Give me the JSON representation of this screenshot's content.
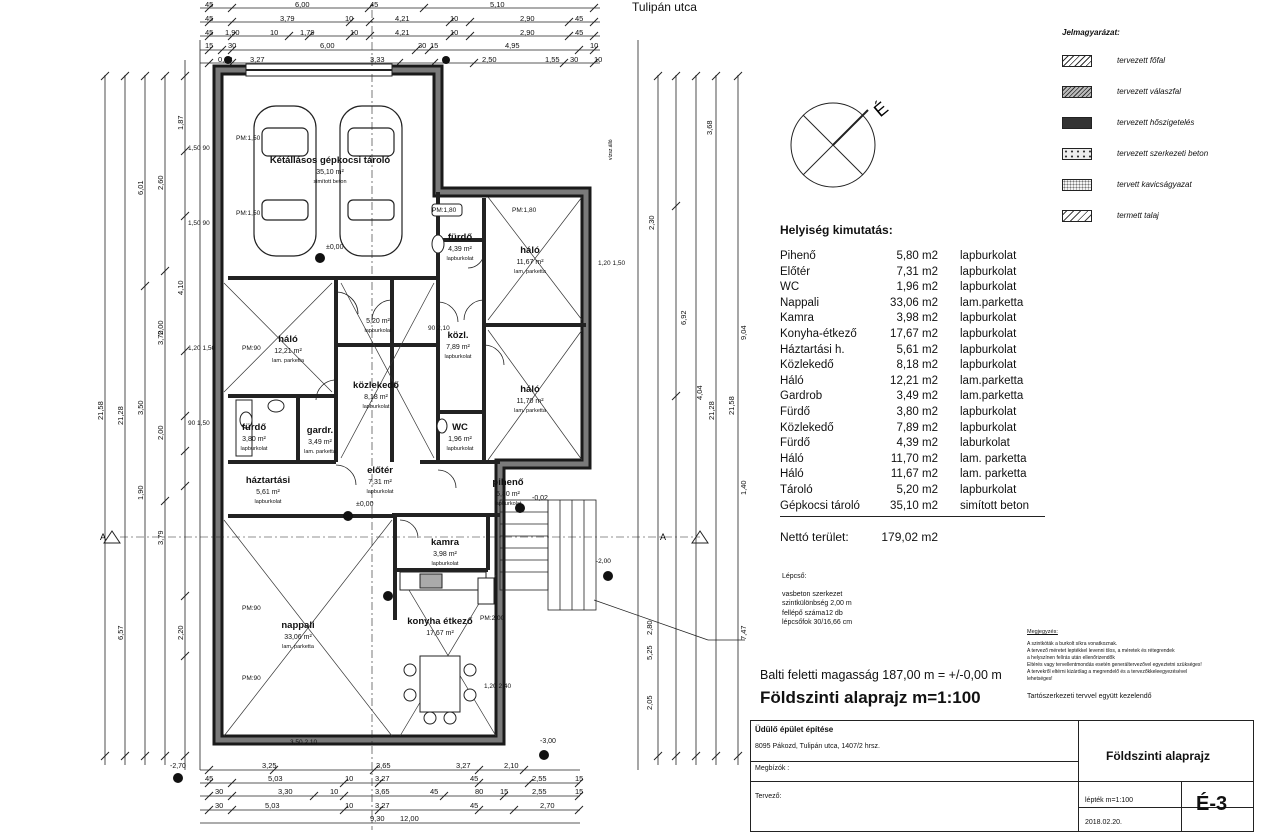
{
  "street": "Tulipán utca",
  "north": "É",
  "section_mark": "A",
  "stair_level": "-2,00",
  "legend": {
    "title": "Jelmagyarázat:",
    "items": [
      "tervezett főfal",
      "tervezett válaszfal",
      "tervezett hőszigetelés",
      "tervezett szerkezeti beton",
      "tervett kavicságyazat",
      "termett talaj"
    ]
  },
  "rooms_table": {
    "title": "Helyiség kimutatás:",
    "rows": [
      {
        "name": "Pihenő",
        "area": "5,80 m2",
        "floor": "lapburkolat"
      },
      {
        "name": "Előtér",
        "area": "7,31 m2",
        "floor": "lapburkolat"
      },
      {
        "name": "WC",
        "area": "1,96 m2",
        "floor": "lapburkolat"
      },
      {
        "name": "Nappali",
        "area": "33,06 m2",
        "floor": "lam.parketta"
      },
      {
        "name": "Kamra",
        "area": "3,98 m2",
        "floor": "lapburkolat"
      },
      {
        "name": "Konyha-étkező",
        "area": "17,67 m2",
        "floor": "lapburkolat"
      },
      {
        "name": "Háztartási h.",
        "area": "5,61 m2",
        "floor": "lapburkolat"
      },
      {
        "name": "Közlekedő",
        "area": "8,18 m2",
        "floor": "lapburkolat"
      },
      {
        "name": "Háló",
        "area": "12,21 m2",
        "floor": "lam.parketta"
      },
      {
        "name": "Gardrob",
        "area": "3,49 m2",
        "floor": "lam.parketta"
      },
      {
        "name": "Fürdő",
        "area": "3,80 m2",
        "floor": "lapburkolat"
      },
      {
        "name": "Közlekedő",
        "area": "7,89 m2",
        "floor": "lapburkolat"
      },
      {
        "name": "Fürdő",
        "area": "4,39 m2",
        "floor": "laburkolat"
      },
      {
        "name": "Háló",
        "area": "11,70 m2",
        "floor": "lam. parketta"
      },
      {
        "name": "Háló",
        "area": "11,67 m2",
        "floor": "lam. parketta"
      },
      {
        "name": "Tároló",
        "area": "5,20 m2",
        "floor": "lapburkolat"
      },
      {
        "name": "Gépkocsi tároló",
        "area": "35,10 m2",
        "floor": "simított beton"
      }
    ],
    "net_label": "Nettó terület:",
    "net_value": "179,02 m2"
  },
  "stairs": [
    "Lépcső:",
    "",
    "vasbeton szerkezet",
    "szintkülönbség  2,00 m",
    "fellépő száma12 db",
    "lépcsőfok 30/16,66 cm"
  ],
  "notes": {
    "title": "Megjegyzés:",
    "lines": [
      "A szintkóták a burkolt síkra vonatkoznak.",
      "A tervező méretet leptékkel levenni tilos, a méretek és rétegrendek",
      "a helyszínen felírás után ellenőrizendők",
      "Eltérés vagy tervellentmondás esetén generáltervezővel egyeztetni szükséges!",
      "A tervekről eltérni kizárólag a megrendelő és a tervezőkkeleegyezésével",
      "lehetséges!"
    ],
    "structural": "Tartószerkezeti tervvel együtt kezelendő"
  },
  "height_note": "Balti feletti magasság 187,00 m = +/-0,00 m",
  "plan_title": "Földszinti alaprajz  m=1:100",
  "title_block": {
    "project": "Üdülő épület építése",
    "address": "8095 Pákozd, Tulipán utca, 1407/2  hrsz.",
    "client_label": "Megbízók :",
    "designer_label": "Tervező:",
    "sheet_title": "Földszinti alaprajz",
    "scale": "lépték m=1:100",
    "date": "2018.02.20.",
    "sheet_no": "É-3"
  },
  "plan": {
    "room_labels": [
      {
        "name": "Kétállásos gépkocsi tároló",
        "area": "35,10 m²",
        "floor": "simított beton"
      },
      {
        "name": "fürdő",
        "area": "4,39 m²",
        "floor": "lapburkolat"
      },
      {
        "name": "háló",
        "area": "11,67 m²",
        "floor": "lam. parketta"
      },
      {
        "name": "háló",
        "area": "12,21 m²",
        "floor": "lam. parketta"
      },
      {
        "name": "",
        "area": "5,20 m²",
        "floor": "lapburkolat"
      },
      {
        "name": "közl.",
        "area": "7,89 m²",
        "floor": "lapburkolat"
      },
      {
        "name": "közlekedő",
        "area": "8,18 m²",
        "floor": "lapburkolat"
      },
      {
        "name": "háló",
        "area": "11,70 m²",
        "floor": "lam. parketta"
      },
      {
        "name": "fürdő",
        "area": "3,80 m²",
        "floor": "lapburkolat"
      },
      {
        "name": "gardr.",
        "area": "3,49 m²",
        "floor": "lam. parketta"
      },
      {
        "name": "WC",
        "area": "1,96 m²",
        "floor": "lapburkolat"
      },
      {
        "name": "háztartási",
        "area": "5,61 m²",
        "floor": "lapburkolat"
      },
      {
        "name": "előtér",
        "area": "7,31 m²",
        "floor": "lapburkolat"
      },
      {
        "name": "pihenő",
        "area": "5,80 m²",
        "floor": "lapburkolat"
      },
      {
        "name": "kamra",
        "area": "3,98 m²",
        "floor": "lapburkolat"
      },
      {
        "name": "nappali",
        "area": "33,06 m²",
        "floor": "lam. parketta"
      },
      {
        "name": "konyha étkező",
        "area": "17,67 m²",
        "floor": ""
      }
    ],
    "top_dims": {
      "row1": [
        "45",
        "6,00",
        "45",
        "5,10"
      ],
      "row2": [
        "45",
        "3,79",
        "10",
        "4,21",
        "10",
        "2,90",
        "45"
      ],
      "row3": [
        "45",
        "1,90",
        "10",
        "1,79",
        "10",
        "4,21",
        "10",
        "2,90",
        "45"
      ],
      "row4": [
        "15",
        "30",
        "6,00",
        "30",
        "15",
        "4,95",
        "10"
      ],
      "row5": [
        "0,03",
        "3,27",
        "3,33",
        "2,50",
        "1,55",
        "30",
        "10"
      ]
    },
    "bottom_dims": {
      "row1": [
        "3,25",
        "3,65",
        "3,27",
        "2,10"
      ],
      "row2": [
        "45",
        "5,03",
        "10",
        "3,27",
        "45",
        "2,55",
        "15"
      ],
      "row3": [
        "30",
        "3,30",
        "10",
        "3,65",
        "45",
        "80",
        "15",
        "2,55",
        "15"
      ],
      "row4": [
        "30",
        "5,03",
        "10",
        "3,27",
        "45",
        "2,70"
      ],
      "row5": [
        "9,30",
        "12,00"
      ]
    },
    "left_dims": [
      "21,58",
      "21,28",
      "6,01",
      "2,60",
      "4,10",
      "2,00",
      "3,50",
      "2,00",
      "1,90",
      "3,79",
      "6,57",
      "2,20",
      "1,87",
      "3,70"
    ],
    "right_dims": [
      "21,28",
      "21,58",
      "9,04",
      "3,68",
      "6,92",
      "4,04",
      "2,30",
      "7,47",
      "5,25",
      "2,80",
      "2,05",
      "1,40"
    ],
    "levels": [
      "±0,00",
      "-0,02",
      "-2,70",
      "-3,00",
      "±0,00"
    ],
    "openings": [
      "PM:1,50",
      "PM:1,50",
      "1,50 90",
      "1,50 90",
      "PM:90",
      "PM:1,80",
      "90 2,10",
      "1,20 1,50",
      "1,20 1,50",
      "90 1,50",
      "PM:90",
      "PM:2,00",
      "PM:90",
      "PM:1,80",
      "1,20 2,40",
      "3,50 2,10"
    ],
    "sub_note": "vízsz.álló"
  }
}
